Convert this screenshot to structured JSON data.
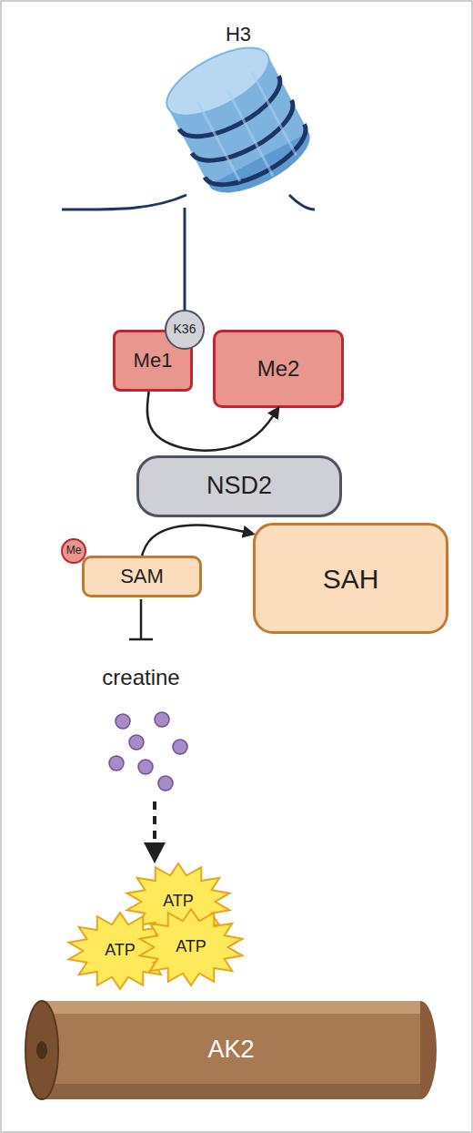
{
  "diagram": {
    "nodes": [
      {
        "text": [
          "K36"
        ]
      },
      {
        "text": [
          "Me1"
        ]
      },
      {
        "text": [
          "Me2"
        ]
      },
      {
        "text": [
          "NSD2"
        ]
      },
      {
        "text": [
          "Me"
        ]
      },
      {
        "text": [
          "SAM"
        ]
      },
      {
        "text": [
          "SAH"
        ]
      },
      {
        "text": [
          "ATP"
        ]
      },
      {
        "text": [
          "ATP"
        ]
      },
      {
        "text": [
          "ATP"
        ]
      },
      {
        "text": [
          "AK2"
        ]
      }
    ],
    "edges": [
      {
        "from": 1,
        "to": 2,
        "arrow": "to"
      },
      {
        "from": 5,
        "to": 6,
        "arrow": "to"
      }
    ],
    "labels": [
      "H3",
      "creatine"
    ]
  }
}
